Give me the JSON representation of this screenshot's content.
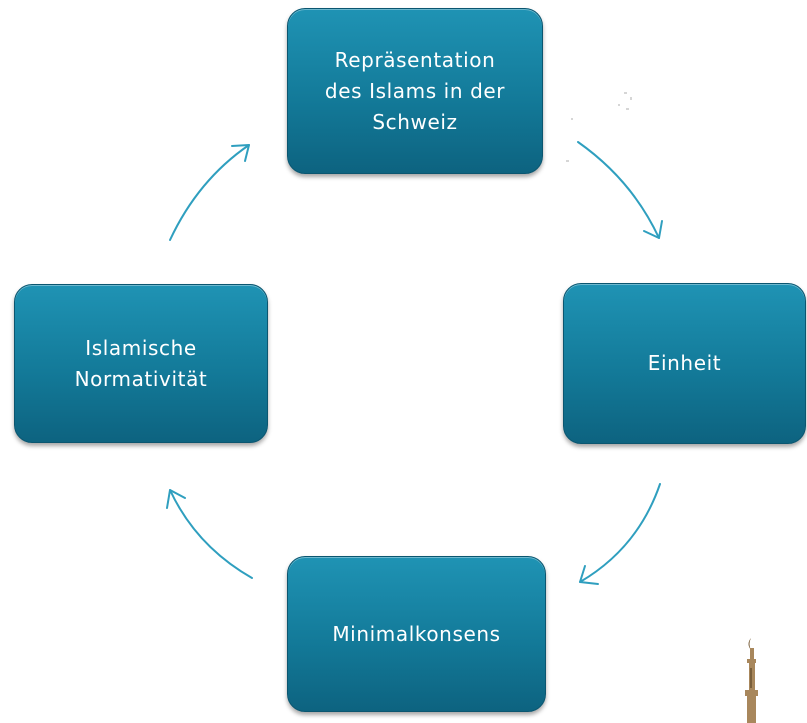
{
  "diagram": {
    "nodes": {
      "top": {
        "label": "Repräsentation\ndes Islams in der\nSchweiz"
      },
      "right": {
        "label": "Einheit"
      },
      "bottom": {
        "label": "Minimalkonsens"
      },
      "left": {
        "label": "Islamische\nNormativität"
      }
    },
    "colors": {
      "node_fill": "#137a99",
      "node_text": "#ffffff",
      "arrow": "#2f9fbf"
    },
    "flow": [
      "top",
      "right",
      "bottom",
      "left",
      "top"
    ]
  }
}
